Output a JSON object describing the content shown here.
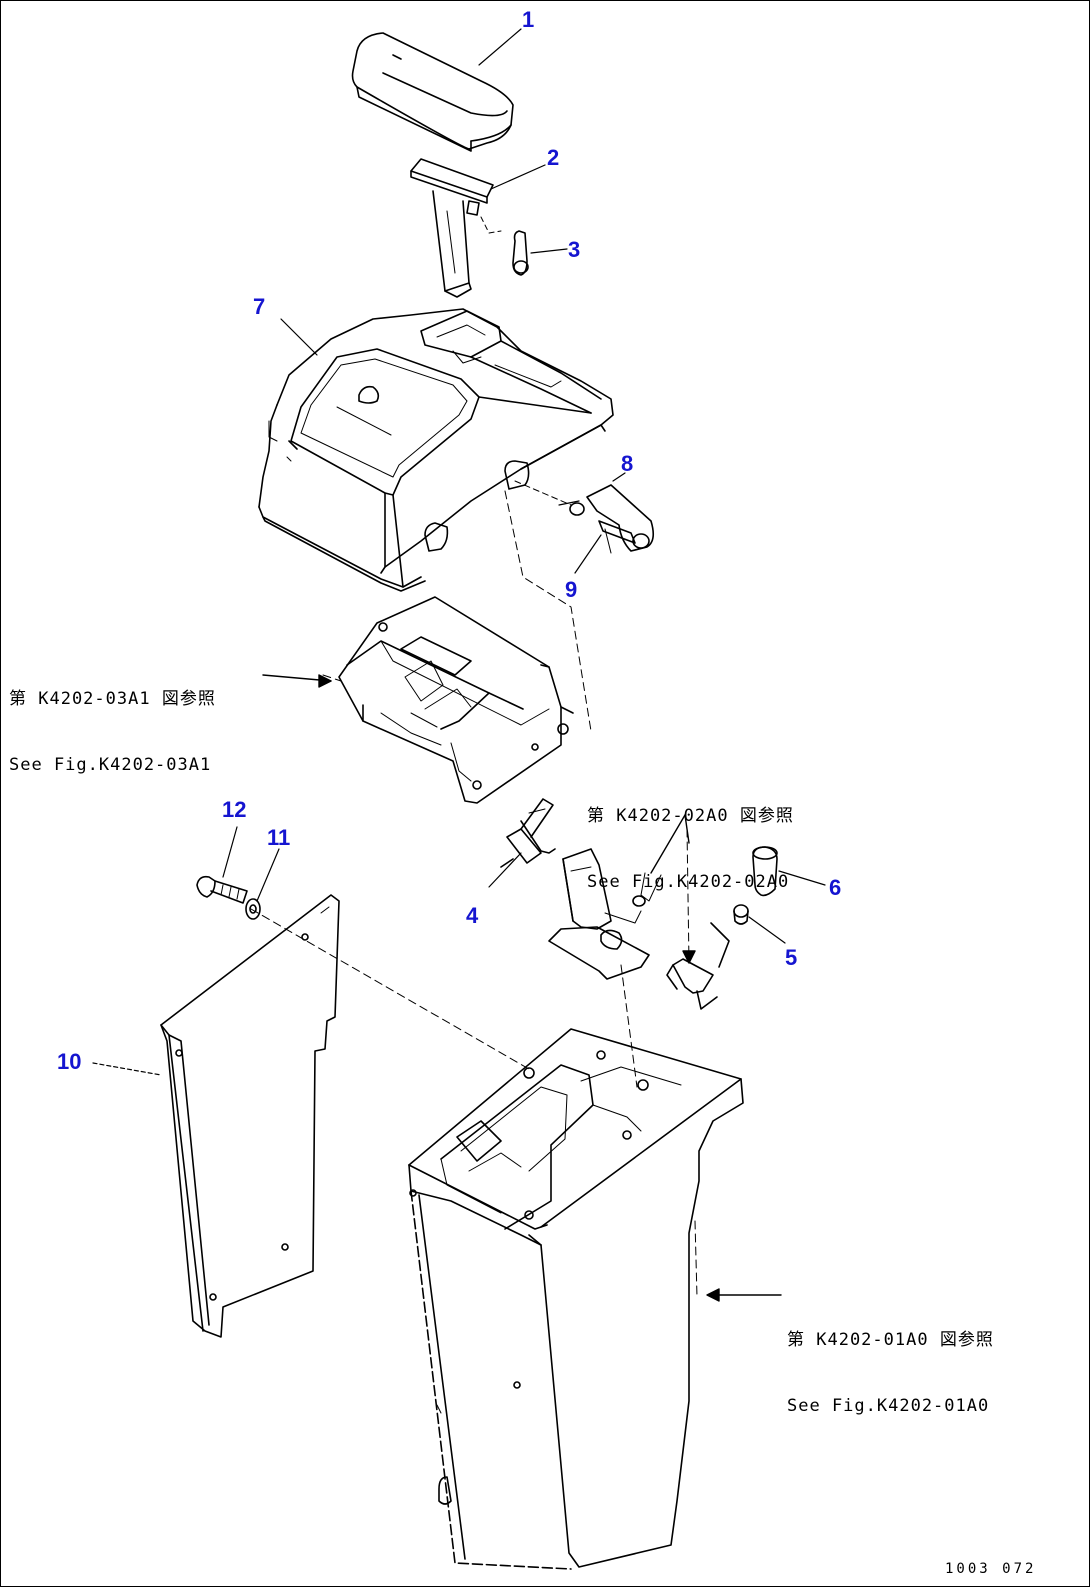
{
  "accent_color": "#1515d0",
  "callouts": [
    "1",
    "2",
    "3",
    "4",
    "5",
    "6",
    "7",
    "8",
    "9",
    "10",
    "11",
    "12"
  ],
  "refs": {
    "ref_03a1": {
      "jp": "第 K4202-03A1 図参照",
      "en": "See Fig.K4202-03A1"
    },
    "ref_02a0": {
      "jp": "第 K4202-02A0 図参照",
      "en": "See Fig.K4202-02A0"
    },
    "ref_01a0": {
      "jp": "第 K4202-01A0 図参照",
      "en": "See Fig.K4202-01A0"
    }
  },
  "drawing_number": "1003 072"
}
